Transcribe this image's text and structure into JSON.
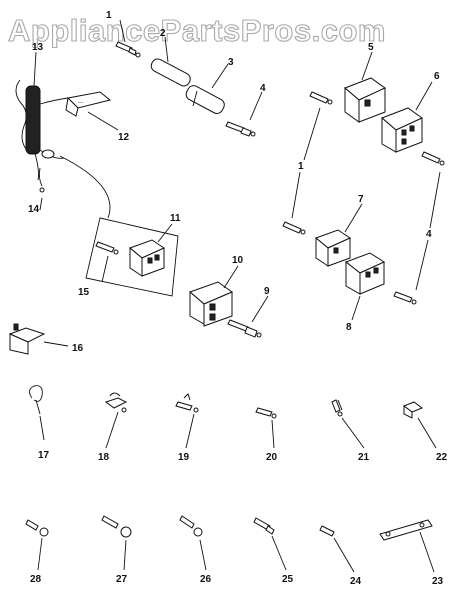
{
  "watermark": "AppliancePartsPros.com",
  "callouts": [
    "1",
    "2",
    "3",
    "4",
    "5",
    "6",
    "1",
    "7",
    "4",
    "8",
    "11",
    "10",
    "9",
    "13",
    "12",
    "14",
    "15",
    "16",
    "17",
    "18",
    "19",
    "20",
    "21",
    "22",
    "28",
    "27",
    "26",
    "25",
    "24",
    "23"
  ]
}
